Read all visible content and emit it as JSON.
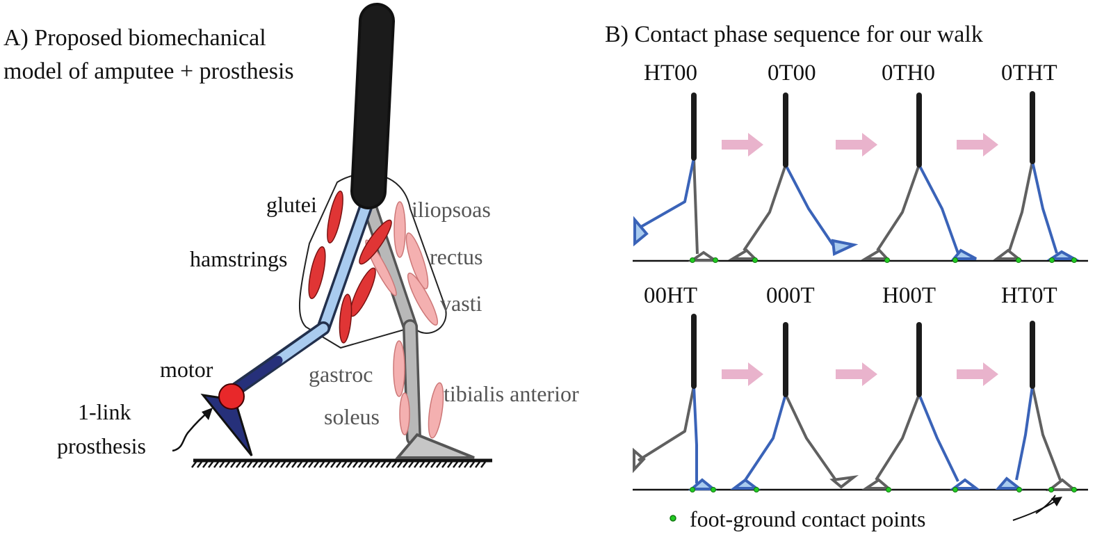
{
  "panel_a": {
    "title_line1": "A) Proposed biomechanical",
    "title_line2": "model of amputee + prosthesis",
    "muscle_labels": {
      "glutei": "glutei",
      "hamstrings": "hamstrings",
      "iliopsoas": "iliopsoas",
      "rectus": "rectus",
      "vasti": "vasti",
      "gastroc": "gastroc",
      "soleus": "soleus",
      "tibialis": "tibialis anterior"
    },
    "motor_label": "motor",
    "prosthesis_line1": "1-link",
    "prosthesis_line2": "prosthesis"
  },
  "panel_b": {
    "title": "B) Contact phase sequence for our walk",
    "row1_phases": [
      "HT00",
      "0T00",
      "0TH0",
      "0THT"
    ],
    "row2_phases": [
      "00HT",
      "000T",
      "H00T",
      "HT0T"
    ],
    "legend_label": "foot-ground contact points"
  },
  "colors": {
    "torso": "#1b1b1b",
    "prosthetic_leg": "#3a63b8",
    "intact_leg": "#606060",
    "prosthesis_light": "#a9cbef",
    "prosthesis_dark": "#26307a",
    "motor": "#e8282a",
    "muscle_prosthetic_side": "#e03535",
    "muscle_intact_side": "#f4b0b0",
    "contact_point": "#22cc22",
    "arrow": "#e9b3cc"
  }
}
